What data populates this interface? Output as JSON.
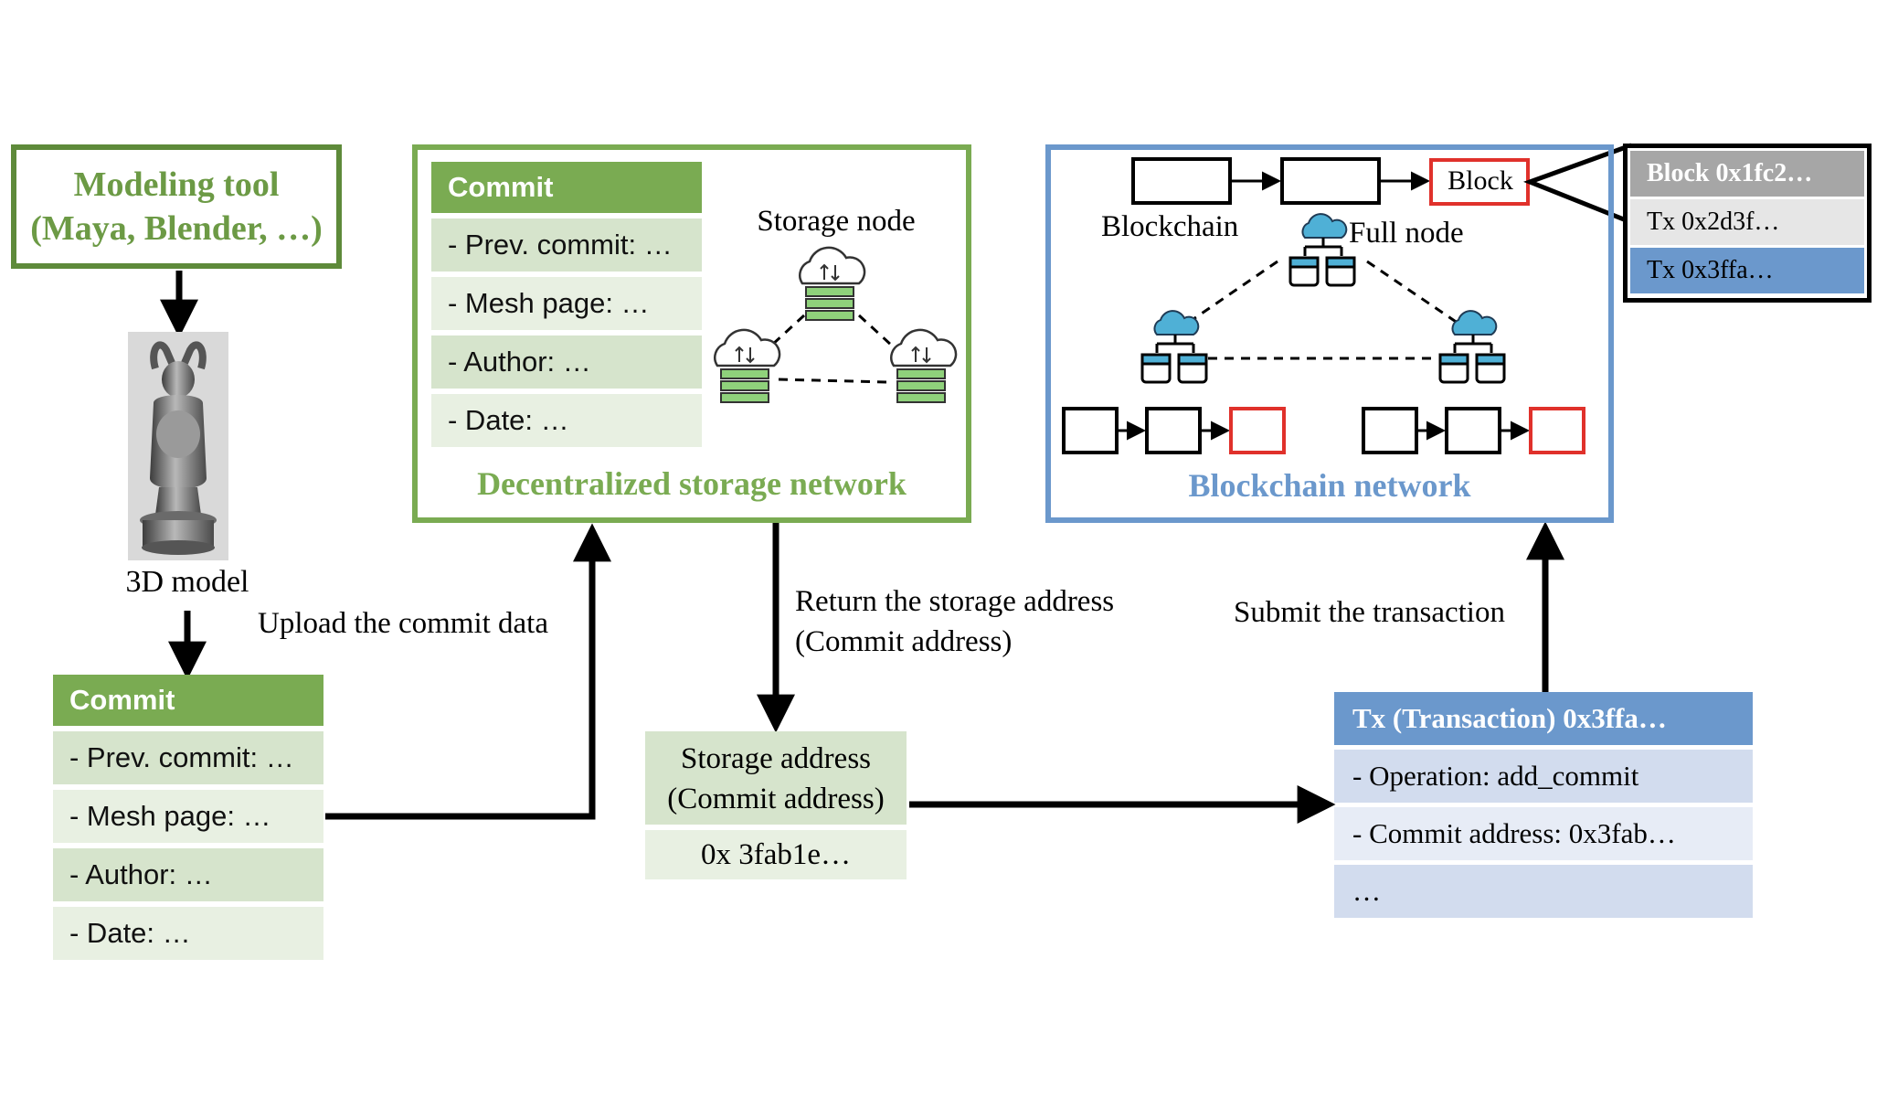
{
  "modeling_tool": {
    "line1": "Modeling tool",
    "line2": "(Maya, Blender, …)"
  },
  "model": {
    "label": "3D model"
  },
  "commit_card": {
    "header": "Commit",
    "rows": [
      "- Prev. commit: …",
      "- Mesh page: …",
      "- Author: …",
      "- Date: …"
    ]
  },
  "storage_network": {
    "title": "Decentralized storage network",
    "node_label": "Storage node",
    "commit_header": "Commit",
    "commit_rows": [
      "- Prev. commit: …",
      "- Mesh page: …",
      "- Author: …",
      "- Date: …"
    ]
  },
  "blockchain_network": {
    "title": "Blockchain network",
    "blockchain_label": "Blockchain",
    "full_node_label": "Full node",
    "block_label": "Block"
  },
  "block_detail": {
    "rows": [
      "Block 0x1fc2…",
      "Tx 0x2d3f…",
      "Tx 0x3ffa…"
    ]
  },
  "edges": {
    "upload": "Upload the commit data",
    "return_line1": "Return the storage address",
    "return_line2": "(Commit address)",
    "submit": "Submit the transaction"
  },
  "storage_address": {
    "line1": "Storage address",
    "line2": "(Commit address)",
    "value": "0x 3fab1e…"
  },
  "transaction": {
    "header": "Tx (Transaction) 0x3ffa…",
    "rows": [
      "- Operation: add_commit",
      "- Commit address: 0x3fab…",
      "…"
    ]
  },
  "colors": {
    "green_dark": "#5e8a3a",
    "green": "#7aab52",
    "green_light": "#d6e4cc",
    "blue": "#6b98cc",
    "blue_light": "#d2dcee",
    "red": "#e0312b",
    "gray": "#a6a6a6"
  }
}
